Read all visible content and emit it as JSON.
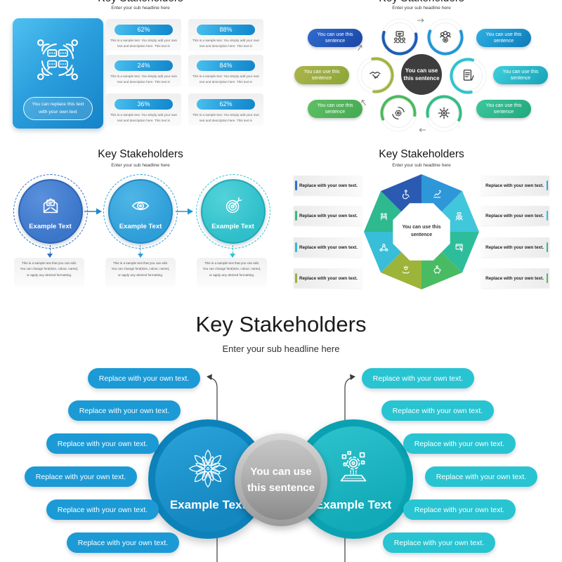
{
  "shared": {
    "title": "Key Stakeholders",
    "subtitle": "Enter your sub headline here"
  },
  "slide_top_left": {
    "feature_icon": "meeting-circle-icon",
    "feature_pill": "You can replace this text\nwith your own text",
    "stats": {
      "values": [
        "62%",
        "88%",
        "24%",
        "84%",
        "36%",
        "62%"
      ],
      "desc": "This is a sample text. You simply add your own text and description here. This text is"
    }
  },
  "slide_top_right": {
    "center_label": "You can use\nthis sentence",
    "pill_label": "You can use this\nsentence",
    "pills_left": [
      {
        "from": "#2f6cce",
        "to": "#1b45a6"
      },
      {
        "from": "#adb44c",
        "to": "#8ba636"
      },
      {
        "from": "#5fc063",
        "to": "#43a951"
      }
    ],
    "pills_right": [
      {
        "from": "#2bb0e4",
        "to": "#0f7ab8"
      },
      {
        "from": "#3fd0dc",
        "to": "#17a3b8"
      },
      {
        "from": "#3cc79c",
        "to": "#1fa87c"
      }
    ],
    "nodes": [
      {
        "icon": "org-presentation-icon",
        "arc": "#1d5cb4"
      },
      {
        "icon": "team-gear-icon",
        "arc": "#2095d8"
      },
      {
        "icon": "document-report-icon",
        "arc": "#2cc4cc"
      },
      {
        "icon": "innovation-rays-icon",
        "arc": "#33bd85"
      },
      {
        "icon": "gear-cycle-icon",
        "arc": "#4db95e"
      },
      {
        "icon": "handshake-icon",
        "arc": "#a2b440"
      }
    ]
  },
  "slide_mid_left": {
    "step_label": "Example Text",
    "step_desc": "This is a sample text that you can edit. You can change font(size, colour, name), or apply any desired formatting.",
    "steps": [
      {
        "icon": "envelope-open-icon",
        "color": "#3b76ca"
      },
      {
        "icon": "eye-icon",
        "color": "#2e9ed8"
      },
      {
        "icon": "target-icon",
        "color": "#2ebfc9"
      }
    ]
  },
  "slide_mid_right": {
    "center_label": "You can use this\nsentence",
    "row_label": "Replace with your own text.",
    "left_accents": [
      "#2f6fd4",
      "#3db87c",
      "#36b6d8",
      "#a2ae3e"
    ],
    "right_accents": [
      "#2aa8dc",
      "#2cc0d4",
      "#2eba8c",
      "#52b85e"
    ],
    "segments": [
      {
        "icon": "accessibility-icon",
        "color": "#2a5ab2"
      },
      {
        "icon": "growth-chart-icon",
        "color": "#2d97d8"
      },
      {
        "icon": "people-care-icon",
        "color": "#41c7db"
      },
      {
        "icon": "browser-cursor-icon",
        "color": "#2ebd9b"
      },
      {
        "icon": "piggy-bank-icon",
        "color": "#48bb63"
      },
      {
        "icon": "hands-giving-icon",
        "color": "#9cb43a"
      },
      {
        "icon": "network-icon",
        "color": "#38bed8"
      },
      {
        "icon": "meeting-table-icon",
        "color": "#2eb98e"
      }
    ]
  },
  "slide_bottom": {
    "center_label": "You can use\nthis sentence",
    "pill_label": "Replace with your own text.",
    "left_circle": {
      "label": "Example Text",
      "icon": "mandala-flower-icon",
      "color": "#1486c0"
    },
    "right_circle": {
      "label": "Example Text",
      "icon": "tech-launch-icon",
      "color": "#12aab8"
    },
    "left_pill_color": "#1b9ad6",
    "right_pill_color": "#28c4d2"
  }
}
